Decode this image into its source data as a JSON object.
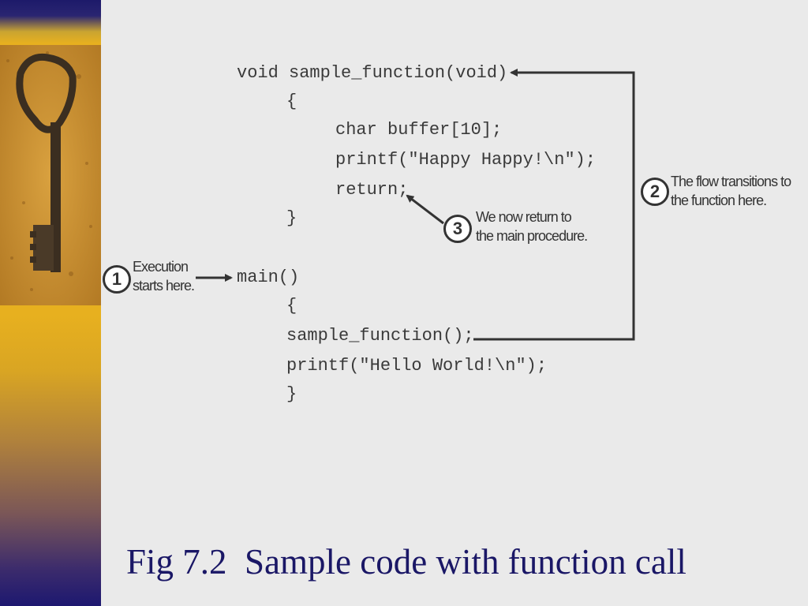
{
  "figure": {
    "code_lines": [
      "void sample_function(void)",
      "{",
      "char buffer[10];",
      "printf(\"Happy Happy!\\n\");",
      "return;",
      "}",
      "main()",
      "{",
      "sample_function();",
      "printf(\"Hello World!\\n\");",
      "}"
    ],
    "annotations": [
      {
        "number": "1",
        "text": "Execution\nstarts here."
      },
      {
        "number": "2",
        "text": "The flow transitions to\nthe function here."
      },
      {
        "number": "3",
        "text": "We now return to\nthe main procedure."
      }
    ]
  },
  "caption": "Fig 7.2  Sample code with function call",
  "colors": {
    "caption": "#1a1766",
    "sidebar_top": "#1d1a6a",
    "sidebar_mid": "#e7b01f",
    "background": "#eaeaea"
  }
}
